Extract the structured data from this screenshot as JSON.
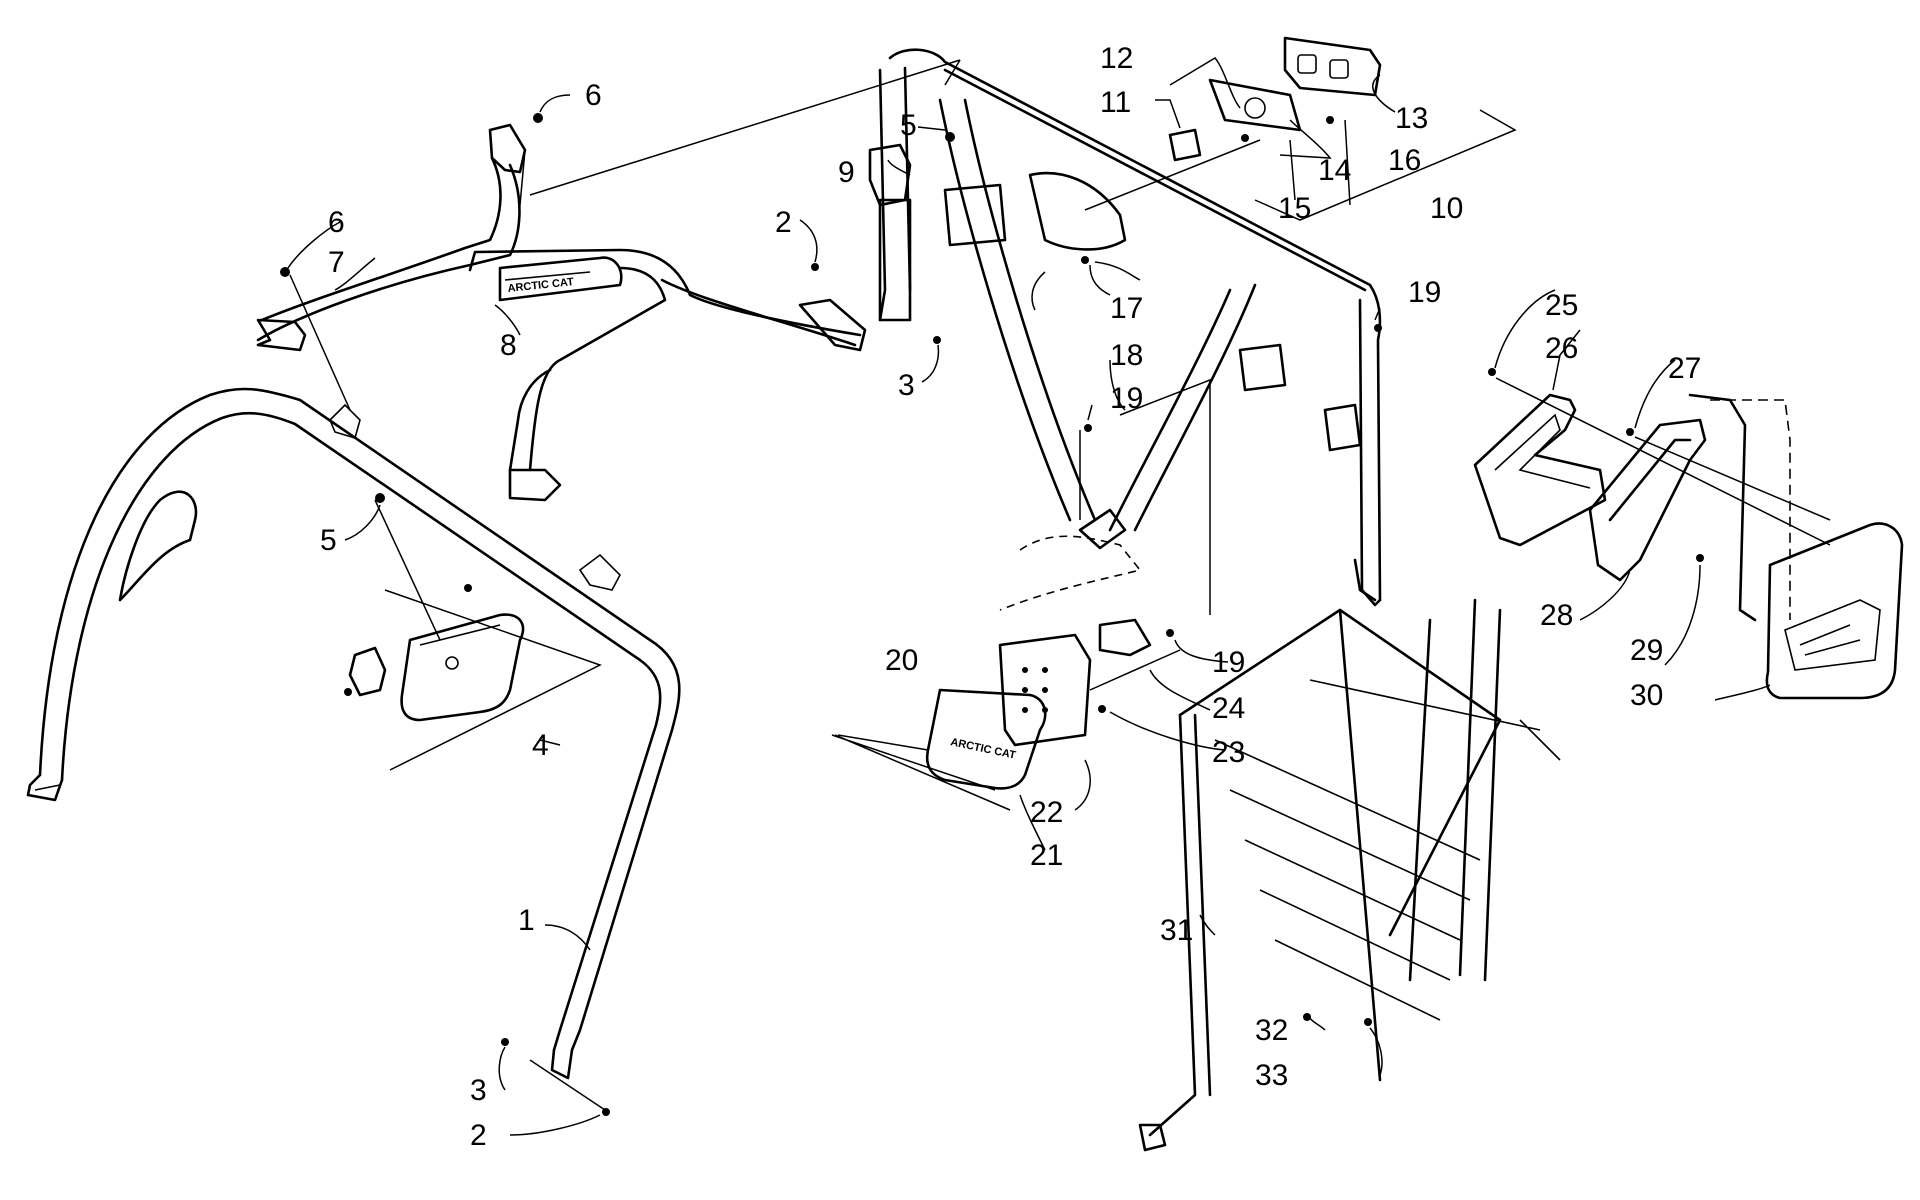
{
  "diagram": {
    "callouts": [
      {
        "id": "c1",
        "text": "1"
      },
      {
        "id": "c2a",
        "text": "2"
      },
      {
        "id": "c2b",
        "text": "2"
      },
      {
        "id": "c3a",
        "text": "3"
      },
      {
        "id": "c3b",
        "text": "3"
      },
      {
        "id": "c4",
        "text": "4"
      },
      {
        "id": "c5a",
        "text": "5"
      },
      {
        "id": "c5b",
        "text": "5"
      },
      {
        "id": "c6a",
        "text": "6"
      },
      {
        "id": "c6b",
        "text": "6"
      },
      {
        "id": "c7",
        "text": "7"
      },
      {
        "id": "c8",
        "text": "8"
      },
      {
        "id": "c9",
        "text": "9"
      },
      {
        "id": "c10",
        "text": "10"
      },
      {
        "id": "c11",
        "text": "11"
      },
      {
        "id": "c12",
        "text": "12"
      },
      {
        "id": "c13",
        "text": "13"
      },
      {
        "id": "c14",
        "text": "14"
      },
      {
        "id": "c15",
        "text": "15"
      },
      {
        "id": "c16",
        "text": "16"
      },
      {
        "id": "c17",
        "text": "17"
      },
      {
        "id": "c18",
        "text": "18"
      },
      {
        "id": "c19a",
        "text": "19"
      },
      {
        "id": "c19b",
        "text": "19"
      },
      {
        "id": "c19c",
        "text": "19"
      },
      {
        "id": "c20",
        "text": "20"
      },
      {
        "id": "c21",
        "text": "21"
      },
      {
        "id": "c22",
        "text": "22"
      },
      {
        "id": "c23",
        "text": "23"
      },
      {
        "id": "c24",
        "text": "24"
      },
      {
        "id": "c25",
        "text": "25"
      },
      {
        "id": "c26",
        "text": "26"
      },
      {
        "id": "c27",
        "text": "27"
      },
      {
        "id": "c28",
        "text": "28"
      },
      {
        "id": "c29",
        "text": "29"
      },
      {
        "id": "c30",
        "text": "30"
      },
      {
        "id": "c31",
        "text": "31"
      },
      {
        "id": "c32",
        "text": "32"
      },
      {
        "id": "c33",
        "text": "33"
      }
    ],
    "logos": {
      "front_bar": "ARCTIC CAT",
      "light_housing": "ARCTIC CAT"
    }
  }
}
